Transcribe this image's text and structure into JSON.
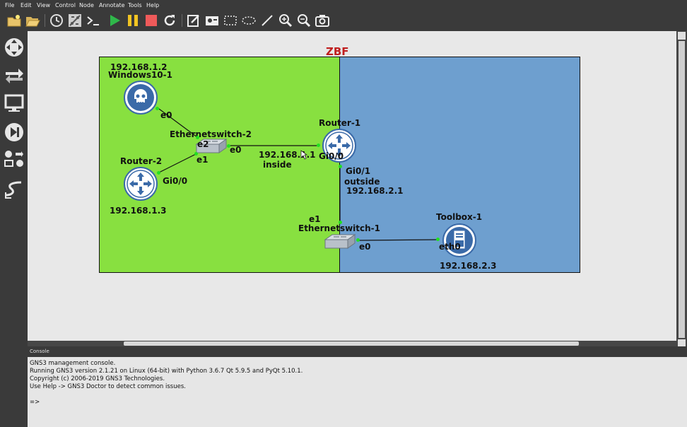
{
  "menu": [
    "File",
    "Edit",
    "View",
    "Control",
    "Node",
    "Annotate",
    "Tools",
    "Help"
  ],
  "toolbar": {
    "icons": [
      "new-project-icon",
      "open-project-icon",
      "snapshot-clock-icon",
      "show-interface-labels-icon",
      "console-all-icon",
      "start-all-icon",
      "suspend-all-icon",
      "stop-all-icon",
      "reload-all-icon",
      "add-note-icon",
      "insert-picture-icon",
      "draw-rectangle-icon",
      "draw-ellipse-icon",
      "draw-line-icon",
      "zoom-in-icon",
      "zoom-out-icon",
      "screenshot-icon"
    ],
    "colors": {
      "start": "#2fb84a",
      "suspend": "#f2c422",
      "stop": "#ef5a5a"
    }
  },
  "left_dock": {
    "icons": [
      "browse-routers-icon",
      "browse-switches-icon",
      "browse-end-devices-icon",
      "browse-security-devices-icon",
      "browse-all-devices-icon",
      "add-link-icon"
    ]
  },
  "topology": {
    "title": "ZBF",
    "zones": {
      "inside_color": "#88e040",
      "outside_color": "#6e9fcf"
    },
    "nodes": {
      "windows": {
        "name": "Windows10-1",
        "ip": "192.168.1.2",
        "port": "e0"
      },
      "switch2": {
        "name": "Ethernetswitch-2",
        "port_e2": "e2",
        "port_e0": "e0",
        "port_e1": "e1"
      },
      "router2": {
        "name": "Router-2",
        "port": "Gi0/0",
        "ip": "192.168.1.3"
      },
      "router1": {
        "name": "Router-1",
        "port_in": "Gi0/0",
        "ip_in": "192.168.1.1",
        "zone_in": "inside",
        "port_out": "Gi0/1",
        "zone_out": "outside",
        "ip_out": "192.168.2.1"
      },
      "switch1": {
        "name": "Ethernetswitch-1",
        "port_e1": "e1",
        "port_e0": "e0"
      },
      "toolbox": {
        "name": "Toolbox-1",
        "port": "eth0",
        "ip": "192.168.2.3"
      }
    }
  },
  "console": {
    "title": "Console",
    "lines": [
      "GNS3 management console.",
      "Running GNS3 version 2.1.21 on Linux (64-bit) with Python 3.6.7 Qt 5.9.5 and PyQt 5.10.1.",
      "Copyright (c) 2006-2019 GNS3 Technologies.",
      "Use Help -> GNS3 Doctor to detect common issues.",
      "",
      "=>"
    ]
  }
}
